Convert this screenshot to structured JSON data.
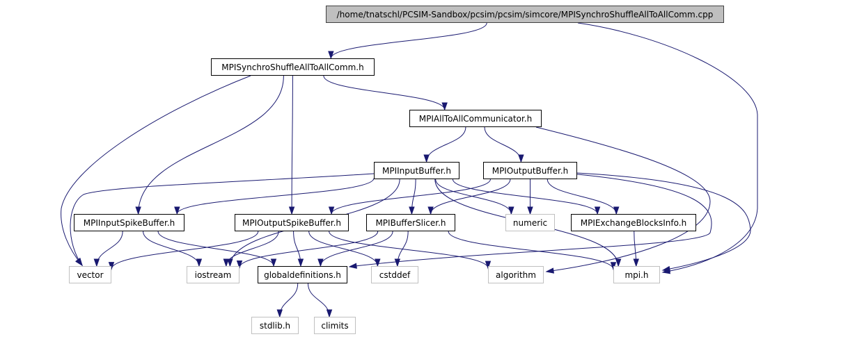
{
  "diagram": {
    "nodes": [
      {
        "id": "root",
        "label": "/home/tnatschl/PCSIM-Sandbox/pcsim/pcsim/simcore/MPISynchroShuffleAllToAllComm.cpp",
        "style": "root"
      },
      {
        "id": "sync_h",
        "label": "MPISynchroShuffleAllToAllComm.h",
        "style": "solid"
      },
      {
        "id": "alltoall_h",
        "label": "MPIAllToAllCommunicator.h",
        "style": "solid"
      },
      {
        "id": "inbuf_h",
        "label": "MPIInputBuffer.h",
        "style": "solid"
      },
      {
        "id": "outbuf_h",
        "label": "MPIOutputBuffer.h",
        "style": "solid"
      },
      {
        "id": "inspike_h",
        "label": "MPIInputSpikeBuffer.h",
        "style": "solid"
      },
      {
        "id": "outspike_h",
        "label": "MPIOutputSpikeBuffer.h",
        "style": "solid"
      },
      {
        "id": "slicer_h",
        "label": "MPIBufferSlicer.h",
        "style": "solid"
      },
      {
        "id": "numeric",
        "label": "numeric",
        "style": "faded"
      },
      {
        "id": "exch_h",
        "label": "MPIExchangeBlocksInfo.h",
        "style": "solid"
      },
      {
        "id": "vector",
        "label": "vector",
        "style": "faded"
      },
      {
        "id": "iostream",
        "label": "iostream",
        "style": "faded"
      },
      {
        "id": "globaldef_h",
        "label": "globaldefinitions.h",
        "style": "solid"
      },
      {
        "id": "cstddef",
        "label": "cstddef",
        "style": "faded"
      },
      {
        "id": "algorithm",
        "label": "algorithm",
        "style": "faded"
      },
      {
        "id": "mpi_h",
        "label": "mpi.h",
        "style": "faded"
      },
      {
        "id": "stdlib_h",
        "label": "stdlib.h",
        "style": "faded"
      },
      {
        "id": "climits",
        "label": "climits",
        "style": "faded"
      }
    ],
    "edges": [
      [
        "root",
        "sync_h"
      ],
      [
        "root",
        "mpi_h"
      ],
      [
        "sync_h",
        "alltoall_h"
      ],
      [
        "sync_h",
        "vector"
      ],
      [
        "sync_h",
        "inspike_h"
      ],
      [
        "sync_h",
        "outspike_h"
      ],
      [
        "alltoall_h",
        "inbuf_h"
      ],
      [
        "alltoall_h",
        "outbuf_h"
      ],
      [
        "alltoall_h",
        "algorithm"
      ],
      [
        "inbuf_h",
        "inspike_h"
      ],
      [
        "inbuf_h",
        "slicer_h"
      ],
      [
        "inbuf_h",
        "numeric"
      ],
      [
        "inbuf_h",
        "exch_h"
      ],
      [
        "inbuf_h",
        "vector"
      ],
      [
        "inbuf_h",
        "iostream"
      ],
      [
        "inbuf_h",
        "mpi_h"
      ],
      [
        "outbuf_h",
        "outspike_h"
      ],
      [
        "outbuf_h",
        "slicer_h"
      ],
      [
        "outbuf_h",
        "numeric"
      ],
      [
        "outbuf_h",
        "exch_h"
      ],
      [
        "outbuf_h",
        "globaldef_h"
      ],
      [
        "outbuf_h",
        "mpi_h"
      ],
      [
        "inspike_h",
        "vector"
      ],
      [
        "inspike_h",
        "iostream"
      ],
      [
        "inspike_h",
        "globaldef_h"
      ],
      [
        "outspike_h",
        "vector"
      ],
      [
        "outspike_h",
        "iostream"
      ],
      [
        "outspike_h",
        "globaldef_h"
      ],
      [
        "outspike_h",
        "cstddef"
      ],
      [
        "outspike_h",
        "algorithm"
      ],
      [
        "slicer_h",
        "iostream"
      ],
      [
        "slicer_h",
        "globaldef_h"
      ],
      [
        "slicer_h",
        "cstddef"
      ],
      [
        "slicer_h",
        "mpi_h"
      ],
      [
        "exch_h",
        "mpi_h"
      ],
      [
        "globaldef_h",
        "stdlib_h"
      ],
      [
        "globaldef_h",
        "climits"
      ]
    ]
  }
}
